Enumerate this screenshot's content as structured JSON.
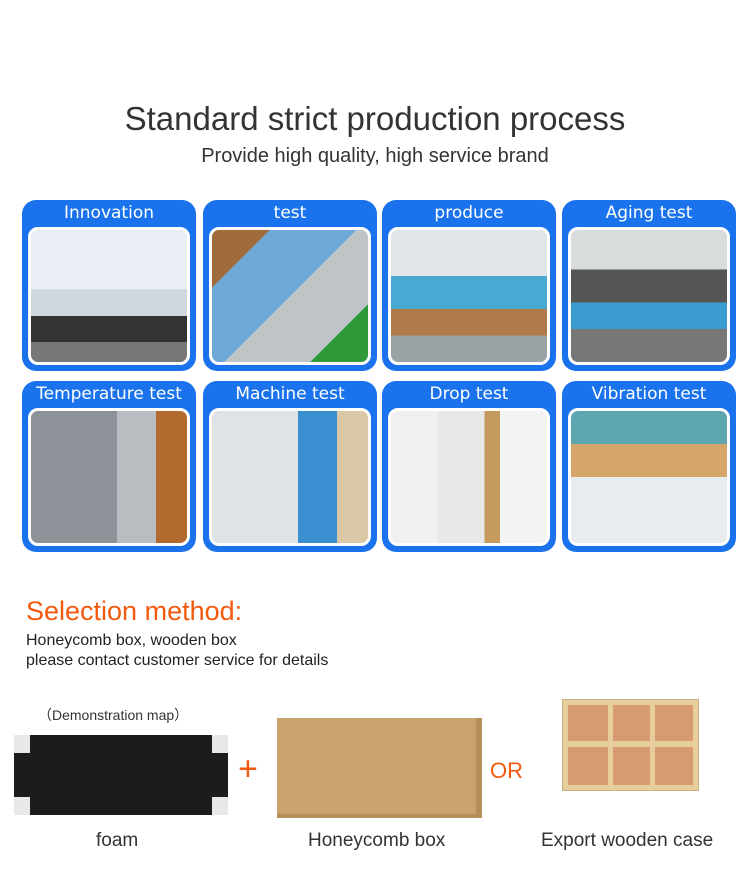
{
  "header": {
    "title": "Standard strict production process",
    "subtitle": "Provide high quality, high service brand"
  },
  "cards": [
    {
      "label": "Innovation"
    },
    {
      "label": "test"
    },
    {
      "label": "produce"
    },
    {
      "label": "Aging test"
    },
    {
      "label": "Temperature test"
    },
    {
      "label": "Machine test"
    },
    {
      "label": "Drop test"
    },
    {
      "label": "Vibration test"
    }
  ],
  "selection": {
    "title": "Selection method:",
    "line1": "Honeycomb box, wooden box",
    "line2": "please contact customer service for details"
  },
  "packaging": {
    "demo_note": "（Demonstration map）",
    "plus": "+",
    "or": "OR",
    "foam": "foam",
    "honeycomb": "Honeycomb box",
    "wooden": "Export wooden case"
  },
  "colors": {
    "accent": "#1a73ec",
    "highlight": "#f25a10"
  }
}
